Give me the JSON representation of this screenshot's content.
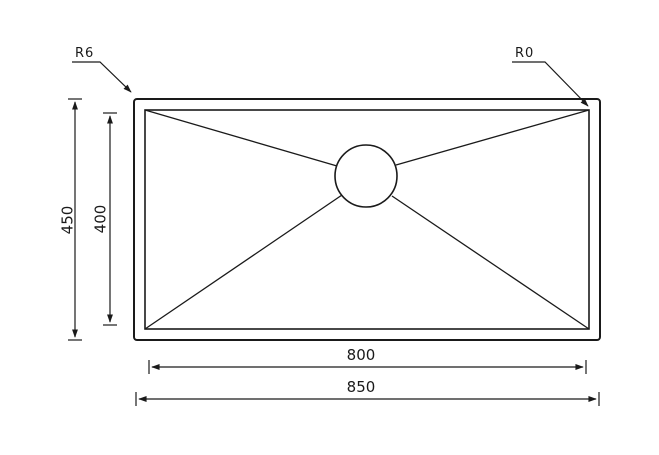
{
  "drawing": {
    "corner_radius_outer": "R6",
    "corner_radius_inner": "R0",
    "overall_width": "850",
    "bowl_width": "800",
    "overall_depth": "450",
    "bowl_depth": "400",
    "line_color": "#1a1a1a",
    "background": "#ffffff"
  }
}
